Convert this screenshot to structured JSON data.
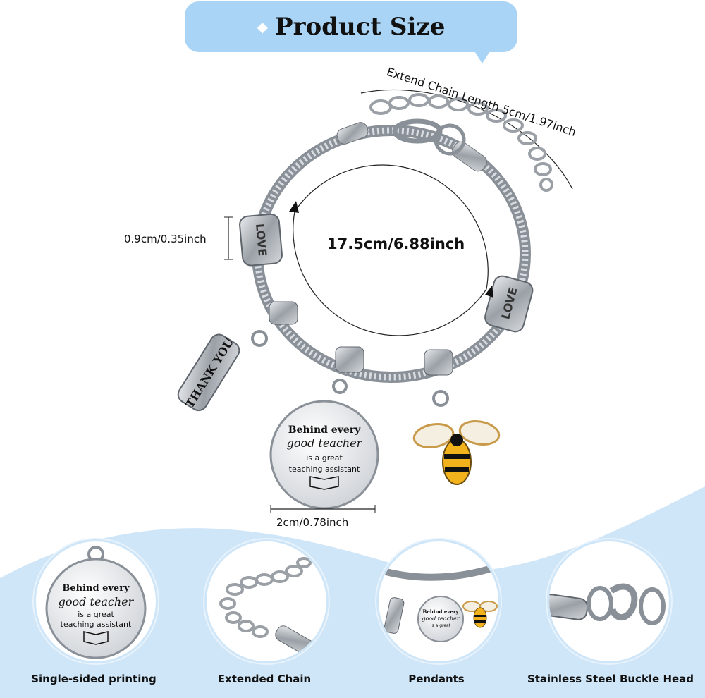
{
  "header": {
    "title": "Product Size",
    "bullet_icon": "diamond-icon"
  },
  "dimensions": {
    "extend_chain": "Extend Chain Length 5cm/1.97inch",
    "bead_height": "0.9cm/0.35inch",
    "bracelet_length": "17.5cm/6.88inch",
    "pendant_width": "2cm/0.78inch"
  },
  "pendants": {
    "tag_text": "THANK YOU",
    "disc_line1": "Behind every",
    "disc_line2": "good teacher",
    "disc_line3": "is a great",
    "disc_line4": "teaching assistant",
    "bead_text": "LOVE"
  },
  "features": [
    {
      "label": "Single-sided printing"
    },
    {
      "label": "Extended Chain"
    },
    {
      "label": "Pendants"
    },
    {
      "label": "Stainless Steel Buckle Head"
    }
  ],
  "colors": {
    "accent": "#a9d4f5",
    "wave": "#cfe6f8",
    "steel": "#b8bcc2",
    "bee_yellow": "#f2b21c"
  }
}
